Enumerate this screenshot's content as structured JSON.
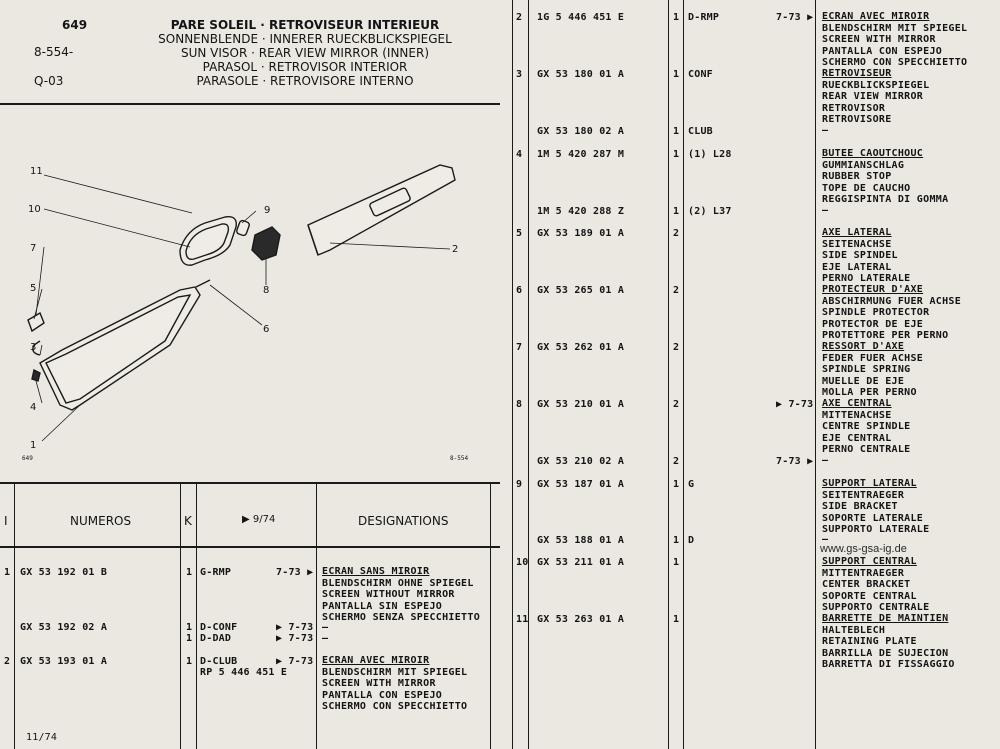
{
  "header": {
    "page_no": "649",
    "ref": "8-554-",
    "group": "Q-03",
    "titles": [
      "PARE SOLEIL · RETROVISEUR INTERIEUR",
      "SONNENBLENDE · INNERER RUECKBLICKSPIEGEL",
      "SUN VISOR · REAR VIEW MIRROR (INNER)",
      "PARASOL · RETROVISOR INTERIOR",
      "PARASOLE · RETROVISORE INTERNO"
    ]
  },
  "diagram": {
    "callouts": [
      "11",
      "10",
      "9",
      "7",
      "5",
      "2",
      "8",
      "3",
      "6",
      "4",
      "1"
    ],
    "corner_left": "649",
    "corner_right": "8-554"
  },
  "table_header": {
    "col_i": "I",
    "col_numeros": "NUMEROS",
    "col_k": "K",
    "col_date": "▶ 9/74",
    "col_designations": "DESIGNATIONS"
  },
  "left_rows": [
    {
      "i": "1",
      "num": "GX 53 192 01 B",
      "k": "1",
      "code": "G-RMP",
      "date": "7-73 ▶",
      "desc": [
        "ECRAN SANS MIROIR",
        "BLENDSCHIRM OHNE SPIEGEL",
        "SCREEN WITHOUT MIRROR",
        "PANTALLA SIN ESPEJO",
        "SCHERMO SENZA SPECCHIETTO"
      ]
    },
    {
      "i": "",
      "num": "GX 53 192 02 A",
      "k": "1",
      "code": "D-CONF",
      "date": "▶ 7-73",
      "desc": [
        "–"
      ]
    },
    {
      "i": "",
      "num": "",
      "k": "1",
      "code": "D-DAD",
      "date": "▶ 7-73",
      "desc": [
        "–"
      ]
    },
    {
      "i": "2",
      "num": "GX 53 193 01 A",
      "k": "1",
      "code": "D-CLUB",
      "date": "▶ 7-73",
      "code2": "RP 5 446 451 E",
      "desc": [
        "ECRAN AVEC MIROIR",
        "BLENDSCHIRM MIT SPIEGEL",
        "SCREEN WITH MIRROR",
        "PANTALLA CON ESPEJO",
        "SCHERMO CON SPECCHIETTO"
      ]
    }
  ],
  "footer_date": "11/74",
  "right_rows": [
    {
      "i": "2",
      "num": "1G 5 446 451 E",
      "k": "1",
      "code": "D-RMP",
      "date": "7-73 ▶",
      "desc": [
        "ECRAN AVEC MIROIR",
        "BLENDSCHIRM MIT SPIEGEL",
        "SCREEN WITH MIRROR",
        "PANTALLA CON ESPEJO",
        "SCHERMO CON SPECCHIETTO"
      ]
    },
    {
      "i": "3",
      "num": "GX 53 180 01 A",
      "k": "1",
      "code": "CONF",
      "date": "",
      "desc": [
        "RETROVISEUR",
        "RUECKBLICKSPIEGEL",
        "REAR VIEW MIRROR",
        "RETROVISOR",
        "RETROVISORE"
      ]
    },
    {
      "i": "",
      "num": "GX 53 180 02 A",
      "k": "1",
      "code": "CLUB",
      "date": "",
      "desc": [
        "–"
      ]
    },
    {
      "i": "4",
      "num": "1M 5 420 287 M",
      "k": "1",
      "code": "(1) L28",
      "date": "",
      "desc": [
        "BUTEE CAOUTCHOUC",
        "GUMMIANSCHLAG",
        "RUBBER STOP",
        "TOPE DE CAUCHO",
        "REGGISPINTA DI GOMMA"
      ]
    },
    {
      "i": "",
      "num": "1M 5 420 288 Z",
      "k": "1",
      "code": "(2) L37",
      "date": "",
      "desc": [
        "–"
      ]
    },
    {
      "i": "5",
      "num": "GX 53 189 01 A",
      "k": "2",
      "code": "",
      "date": "",
      "desc": [
        "AXE LATERAL",
        "SEITENACHSE",
        "SIDE SPINDEL",
        "EJE LATERAL",
        "PERNO LATERALE"
      ]
    },
    {
      "i": "6",
      "num": "GX 53 265 01 A",
      "k": "2",
      "code": "",
      "date": "",
      "desc": [
        "PROTECTEUR D'AXE",
        "ABSCHIRMUNG FUER ACHSE",
        "SPINDLE PROTECTOR",
        "PROTECTOR DE EJE",
        "PROTETTORE PER PERNO"
      ]
    },
    {
      "i": "7",
      "num": "GX 53 262 01 A",
      "k": "2",
      "code": "",
      "date": "",
      "desc": [
        "RESSORT D'AXE",
        "FEDER FUER ACHSE",
        "SPINDLE SPRING",
        "MUELLE DE EJE",
        "MOLLA PER PERNO"
      ]
    },
    {
      "i": "8",
      "num": "GX 53 210 01 A",
      "k": "2",
      "code": "",
      "date": "▶ 7-73",
      "desc": [
        "AXE CENTRAL",
        "MITTENACHSE",
        "CENTRE SPINDLE",
        "EJE CENTRAL",
        "PERNO CENTRALE"
      ]
    },
    {
      "i": "",
      "num": "GX 53 210 02 A",
      "k": "2",
      "code": "",
      "date": "7-73 ▶",
      "desc": [
        "–"
      ]
    },
    {
      "i": "9",
      "num": "GX 53 187 01 A",
      "k": "1",
      "code": "G",
      "date": "",
      "desc": [
        "SUPPORT LATERAL",
        "SEITENTRAEGER",
        "SIDE BRACKET",
        "SOPORTE LATERALE",
        "SUPPORTO LATERALE"
      ]
    },
    {
      "i": "",
      "num": "GX 53 188 01 A",
      "k": "1",
      "code": "D",
      "date": "",
      "desc": [
        "–"
      ]
    },
    {
      "i": "10",
      "num": "GX 53 211 01 A",
      "k": "1",
      "code": "",
      "date": "",
      "desc": [
        "SUPPORT CENTRAL",
        "MITTENTRAEGER",
        "CENTER BRACKET",
        "SOPORTE CENTRAL",
        "SUPPORTO CENTRALE"
      ]
    },
    {
      "i": "11",
      "num": "GX 53 263 01 A",
      "k": "1",
      "code": "",
      "date": "",
      "desc": [
        "BARRETTE DE MAINTIEN",
        "HALTEBLECH",
        "RETAINING PLATE",
        "BARRILLA DE SUJECION",
        "BARRETTA DI FISSAGGIO"
      ]
    }
  ],
  "watermark": "www.gs-gsa-ig.de"
}
